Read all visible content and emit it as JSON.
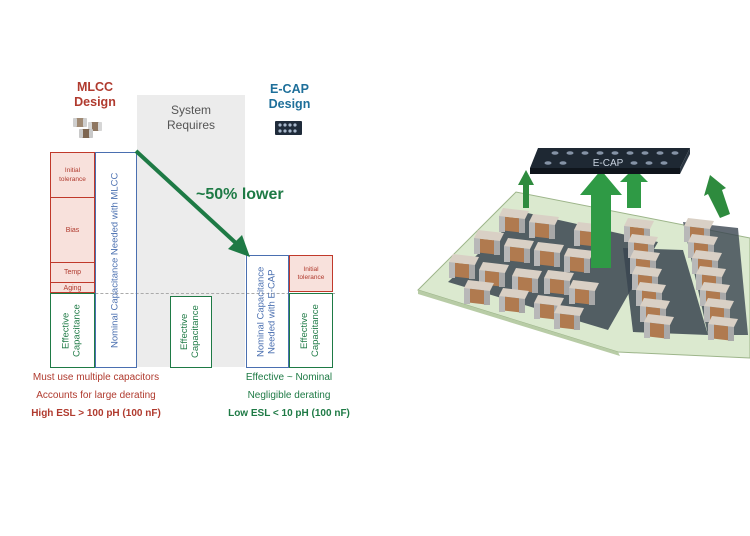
{
  "left_diagram": {
    "mlcc_title_line1": "MLCC",
    "mlcc_title_line2": "Design",
    "system_title_line1": "System",
    "system_title_line2": "Requires",
    "ecap_title_line1": "E-CAP",
    "ecap_title_line2": "Design",
    "reduction_label": "~50% lower",
    "mlcc_segments": [
      "Initial tolerance",
      "Bias",
      "Temp",
      "Aging"
    ],
    "effective_capacitance": "Effective Capacitance",
    "nominal_mlcc": "Nominal Capacitance Needed with MLCC",
    "system_effective": "Effective Capacitance",
    "nominal_ecap": "Nominal Capacitance Needed with E-CAP",
    "ecap_initial_tolerance": "Initial tolerance",
    "ecap_effective": "Effective Capacitance",
    "mlcc_notes": [
      "Must use multiple capacitors",
      "Accounts for large derating",
      "High ESL > 100 pH (100 nF)"
    ],
    "ecap_notes": [
      "Effective ~ Nominal",
      "Negligible derating",
      "Low ESL < 10 pH (100 nF)"
    ]
  },
  "right_illustration": {
    "ecap_chip_label": "E-CAP"
  },
  "colors": {
    "red": "#b03a2e",
    "green": "#1e7a45",
    "blue_border": "#4a6fb0",
    "panel_gray": "#ececec",
    "seg_fill": "#f8e1dc"
  }
}
